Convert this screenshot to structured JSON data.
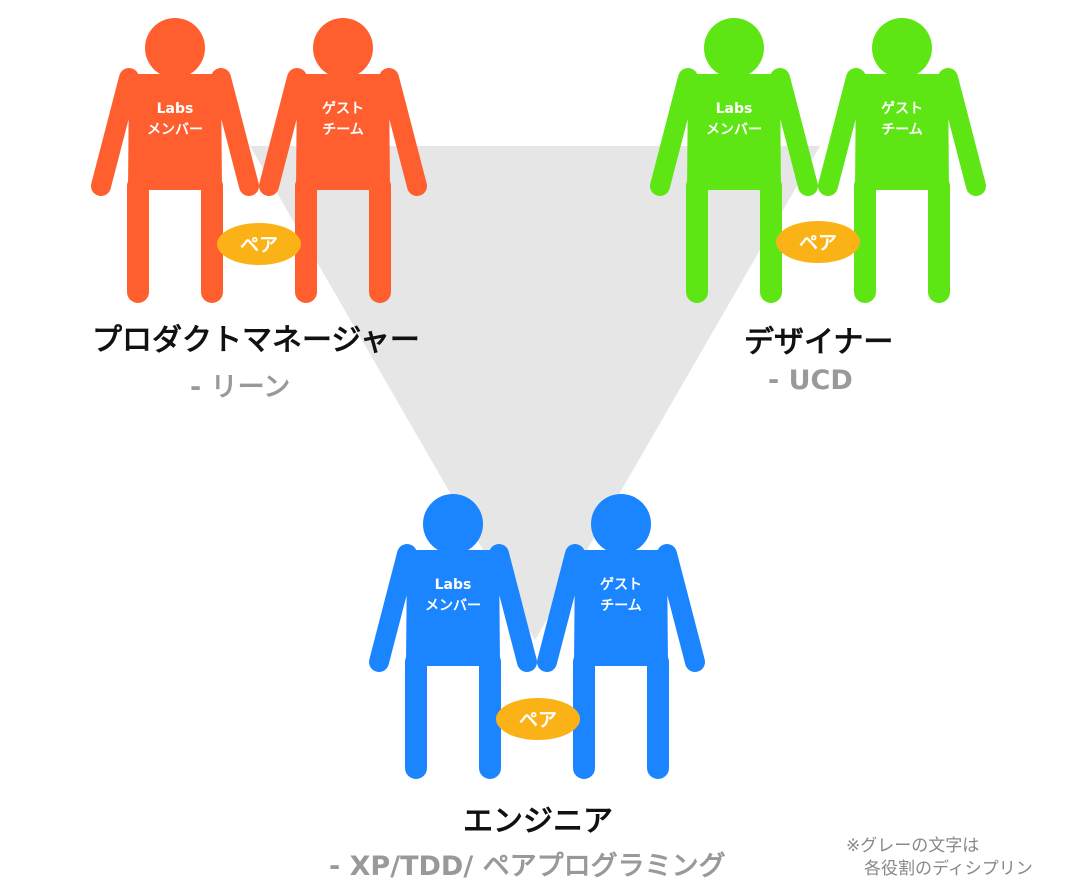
{
  "colors": {
    "pm": "#ff5f2e",
    "designer": "#5de614",
    "engineer": "#1a85ff",
    "pair_badge": "#fbb217",
    "triangle": "#e6e6e6",
    "role_title": "#111111",
    "discipline": "#999999"
  },
  "figure_labels": {
    "labs_line1": "Labs",
    "labs_line2": "メンバー",
    "guest_line1": "ゲスト",
    "guest_line2": "チーム"
  },
  "pair_label": "ペア",
  "roles": {
    "pm": {
      "title": "プロダクトマネージャー",
      "discipline": "- リーン"
    },
    "designer": {
      "title": "デザイナー",
      "discipline": "- UCD"
    },
    "engineer": {
      "title": "エンジニア",
      "discipline": "- XP/TDD/ ペアプログラミング"
    }
  },
  "note": {
    "line1": "※グレーの文字は",
    "line2": "各役割のディシプリン"
  }
}
